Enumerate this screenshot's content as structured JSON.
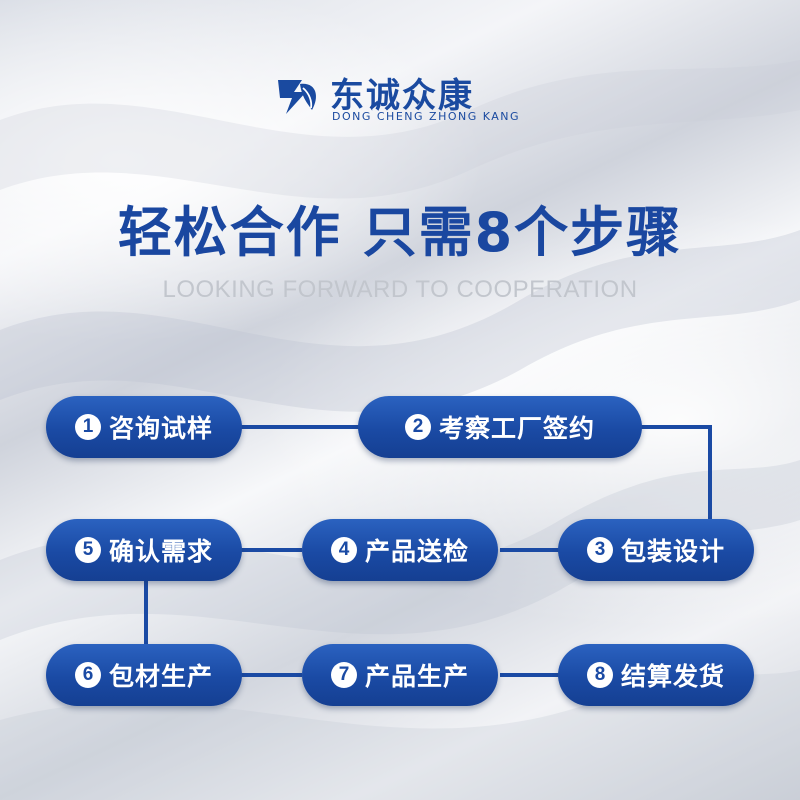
{
  "brand": {
    "name": "东诚众康",
    "subtitle": "DONG CHENG ZHONG KANG",
    "colors": {
      "primary": "#1a4aa0",
      "pill": "#1e52ad",
      "line": "#1a4aa4"
    }
  },
  "headline": "轻松合作  只需8个步骤",
  "subheadline": "LOOKING FORWARD TO COOPERATION",
  "steps": [
    {
      "num": "1",
      "label": "咨询试样"
    },
    {
      "num": "2",
      "label": "考察工厂签约"
    },
    {
      "num": "3",
      "label": "包装设计"
    },
    {
      "num": "4",
      "label": "产品送检"
    },
    {
      "num": "5",
      "label": "确认需求"
    },
    {
      "num": "6",
      "label": "包材生产"
    },
    {
      "num": "7",
      "label": "产品生产"
    },
    {
      "num": "8",
      "label": "结算发货"
    }
  ]
}
